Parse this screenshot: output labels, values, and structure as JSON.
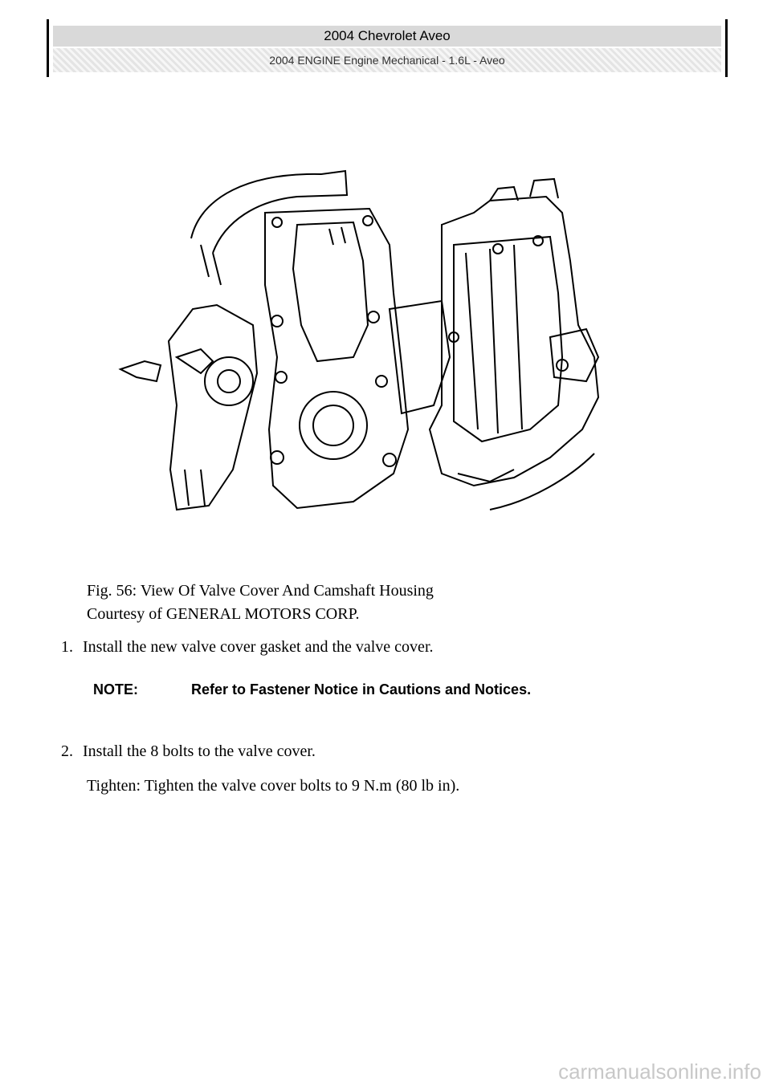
{
  "header": {
    "title": "2004 Chevrolet Aveo",
    "subtitle": "2004 ENGINE Engine Mechanical - 1.6L - Aveo"
  },
  "figure": {
    "caption_line1": "Fig. 56: View Of Valve Cover And Camshaft Housing",
    "caption_line2": "Courtesy of GENERAL MOTORS CORP."
  },
  "steps": [
    {
      "number": "1.",
      "text": "Install the new valve cover gasket and the valve cover."
    },
    {
      "number": "2.",
      "text": "Install the 8 bolts to the valve cover."
    }
  ],
  "note": {
    "label": "NOTE:",
    "text": "Refer to Fastener Notice in Cautions and Notices."
  },
  "tighten": "Tighten: Tighten the valve cover bolts to 9 N.m (80 lb in).",
  "watermark": "carmanualsonline.info"
}
